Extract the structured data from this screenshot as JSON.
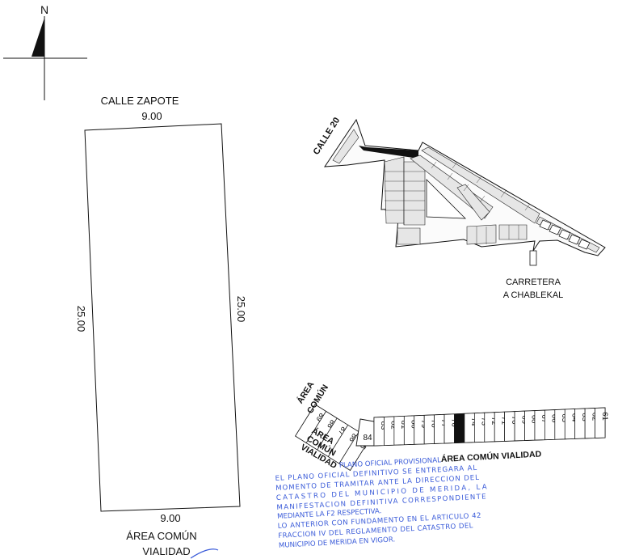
{
  "compass": {
    "north_label": "N"
  },
  "parcel": {
    "street_top": "CALLE ZAPOTE",
    "width_top": "9.00",
    "length_left": "25.00",
    "length_right": "25.00",
    "width_bottom": "9.00",
    "bottom_line1": "ÁREA COMÚN",
    "bottom_line2": "VIALIDAD"
  },
  "site_plan": {
    "street": "CALLE 20",
    "road_line1": "CARRETERA",
    "road_line2": "A CHABLEKAL"
  },
  "lots": {
    "area_comun_line1": "ÁREA",
    "area_comun_line2": "COMÚN",
    "vialidad_line1": "ÁREA",
    "vialidad_line2": "COMÚN",
    "vialidad_line3": "VIALIDAD",
    "bottom_road": "ÁREA COMÚN VIALIDAD",
    "corner_lot": "84",
    "left_block": [
      "89",
      "88",
      "87",
      "86",
      "85"
    ],
    "main_row": [
      "83",
      "82",
      "81",
      "80",
      "79",
      "78",
      "77",
      "76",
      "75",
      "74",
      "73",
      "72",
      "71",
      "70",
      "69",
      "68",
      "67",
      "66",
      "65",
      "64",
      "63",
      "62",
      "61"
    ],
    "highlighted_lot": "75"
  },
  "stamp": {
    "line1": "PLANO OFICIAL PROVISIONAL",
    "line2": "EL PLANO OFICIAL DEFINITIVO SE ENTREGARA AL",
    "line3": "MOMENTO DE TRAMITAR ANTE LA DIRECCION DEL",
    "line4": "CATASTRO DEL MUNICIPIO DE MERIDA, LA",
    "line5": "MANIFESTACION DEFINITIVA CORRESPONDIENTE",
    "line6": "MEDIANTE LA F2 RESPECTIVA.",
    "line7": "LO ANTERIOR CON FUNDAMENTO EN EL ARTICULO 42",
    "line8": "FRACCION IV DEL REGLAMENTO DEL CATASTRO DEL",
    "line9": "MUNICIPIO DE MERIDA EN VIGOR."
  },
  "colors": {
    "stamp_blue": "#3a5bd9",
    "ink": "#111111",
    "highlight": "#111111"
  }
}
